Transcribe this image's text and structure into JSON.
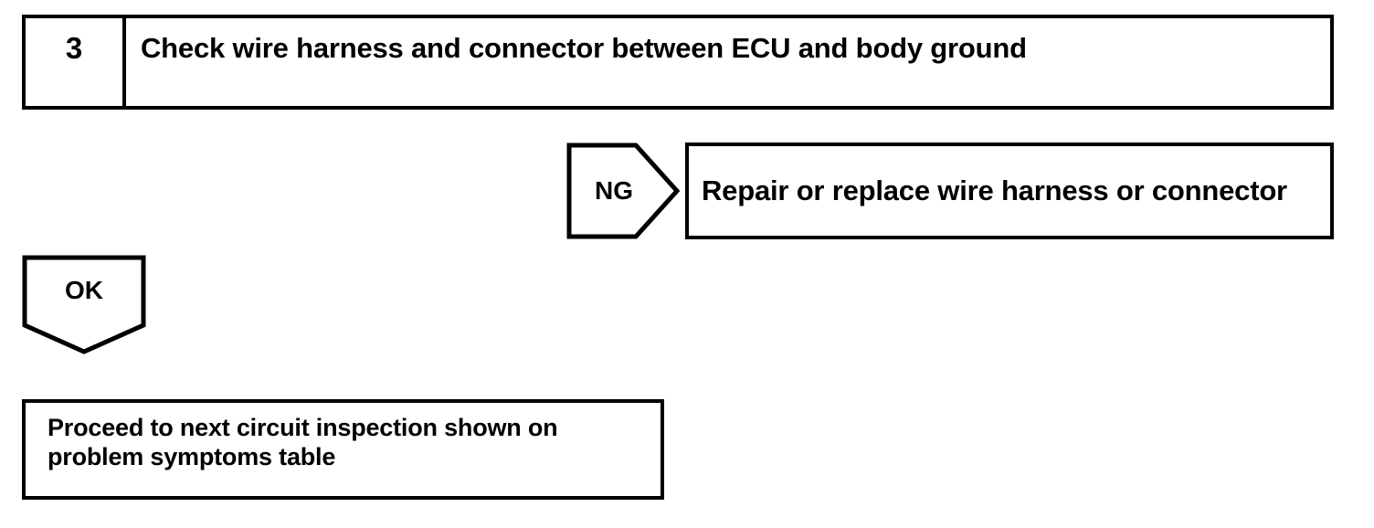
{
  "diagram": {
    "type": "troubleshooting-flowchart",
    "colors": {
      "background": "#ffffff",
      "line": "#000000",
      "text": "#000000"
    },
    "step": {
      "number": "3",
      "description": "Check wire harness and connector between ECU and body ground"
    },
    "branches": {
      "ng": {
        "label": "NG",
        "shape": "right-pointing-pentagon",
        "target_text": "Repair or replace wire harness or connector"
      },
      "ok": {
        "label": "OK",
        "shape": "down-pointing-pentagon",
        "target_text": "Proceed to next circuit inspection shown on\nproblem symptoms table"
      }
    }
  }
}
